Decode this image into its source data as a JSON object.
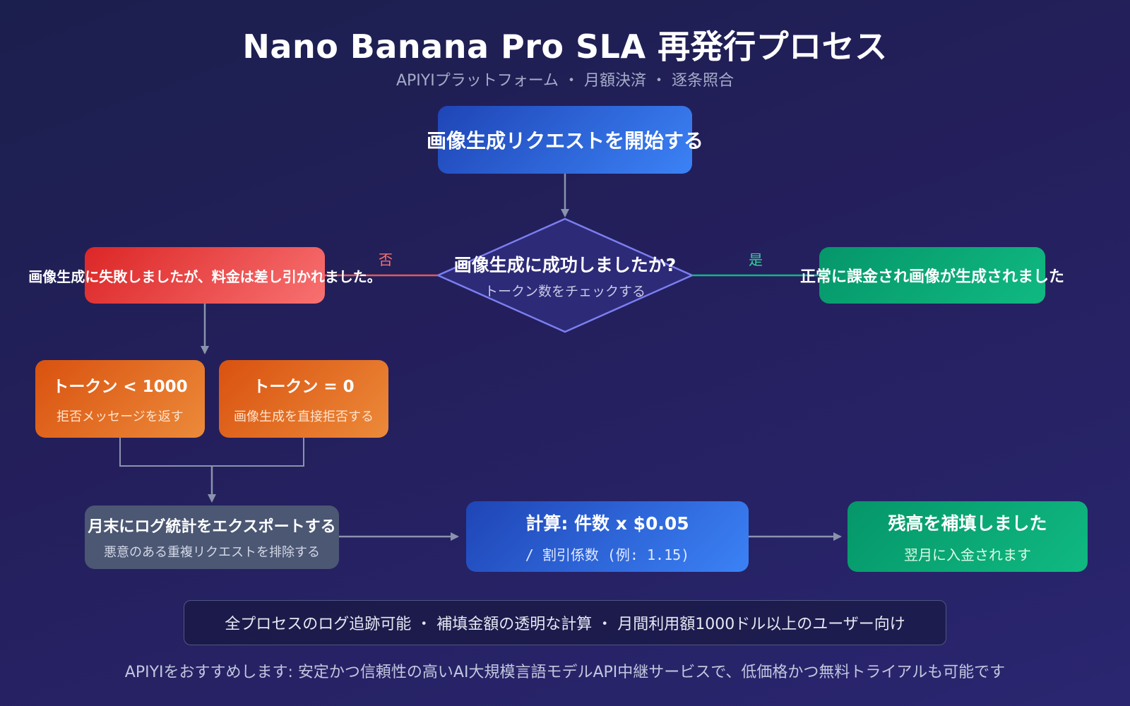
{
  "title": "Nano Banana Pro SLA 再発行プロセス",
  "subtitle": "APIYIプラットフォーム ・ 月額決済 ・ 逐条照合",
  "nodes": {
    "start": {
      "label": "画像生成リクエストを開始する"
    },
    "decision": {
      "label": "画像生成に成功しましたか?",
      "sub": "トークン数をチェックする"
    },
    "fail": {
      "label": "画像生成に失敗しましたが、料金は差し引かれました。"
    },
    "success": {
      "label": "正常に課金され画像が生成されました"
    },
    "token_low": {
      "label": "トークン < 1000",
      "sub": "拒否メッセージを返す"
    },
    "token_zero": {
      "label": "トークン = 0",
      "sub": "画像生成を直接拒否する"
    },
    "log_export": {
      "label": "月末にログ統計をエクスポートする",
      "sub": "悪意のある重複リクエストを排除する"
    },
    "calc": {
      "label": "計算: 件数 x $0.05",
      "sub": "/ 割引係数 (例: 1.15)"
    },
    "refund": {
      "label": "残高を補填しました",
      "sub": "翌月に入金されます"
    }
  },
  "edge_labels": {
    "no": "否",
    "yes": "是"
  },
  "notes": "全プロセスのログ追跡可能 ・ 補填金額の透明な計算 ・ 月間利用額1000ドル以上のユーザー向け",
  "footer": "APIYIをおすすめします: 安定かつ信頼性の高いAI大規模言語モデルAPI中継サービスで、低価格かつ無料トライアルも可能です",
  "colors": {
    "edge": "#8a93ad",
    "no_edge": "#e05a5a",
    "yes_edge": "#10b981",
    "no_label": "#f87171",
    "yes_label": "#34d399",
    "decision_fill": "#2d2a78",
    "decision_stroke": "#7b7ff0"
  }
}
